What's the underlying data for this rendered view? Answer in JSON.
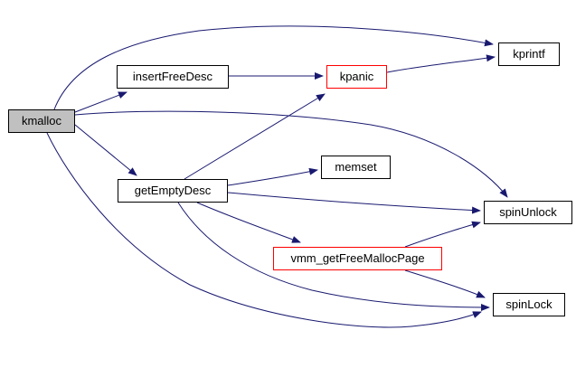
{
  "diagram": {
    "kind": "call-graph",
    "background_color": "#ffffff",
    "edge_color": "#191970",
    "highlight_fill": "#c0c0c0",
    "alert_border_color": "#ff0000",
    "nodes": [
      {
        "id": "kmalloc",
        "label": "kmalloc",
        "fill": "#c0c0c0",
        "border": "#000000",
        "highlighted": true
      },
      {
        "id": "insertFreeDesc",
        "label": "insertFreeDesc",
        "fill": "#ffffff",
        "border": "#000000",
        "highlighted": false
      },
      {
        "id": "kpanic",
        "label": "kpanic",
        "fill": "#ffffff",
        "border": "#ff0000",
        "highlighted": false
      },
      {
        "id": "kprintf",
        "label": "kprintf",
        "fill": "#ffffff",
        "border": "#000000",
        "highlighted": false
      },
      {
        "id": "getEmptyDesc",
        "label": "getEmptyDesc",
        "fill": "#ffffff",
        "border": "#000000",
        "highlighted": false
      },
      {
        "id": "memset",
        "label": "memset",
        "fill": "#ffffff",
        "border": "#000000",
        "highlighted": false
      },
      {
        "id": "spinUnlock",
        "label": "spinUnlock",
        "fill": "#ffffff",
        "border": "#000000",
        "highlighted": false
      },
      {
        "id": "vmm_getFreeMallocPage",
        "label": "vmm_getFreeMallocPage",
        "fill": "#ffffff",
        "border": "#ff0000",
        "highlighted": false
      },
      {
        "id": "spinLock",
        "label": "spinLock",
        "fill": "#ffffff",
        "border": "#000000",
        "highlighted": false
      }
    ],
    "edges": [
      {
        "from": "kmalloc",
        "to": "kprintf"
      },
      {
        "from": "kmalloc",
        "to": "insertFreeDesc"
      },
      {
        "from": "kmalloc",
        "to": "getEmptyDesc"
      },
      {
        "from": "kmalloc",
        "to": "spinUnlock"
      },
      {
        "from": "kmalloc",
        "to": "spinLock"
      },
      {
        "from": "insertFreeDesc",
        "to": "kpanic"
      },
      {
        "from": "kpanic",
        "to": "kprintf"
      },
      {
        "from": "getEmptyDesc",
        "to": "kpanic"
      },
      {
        "from": "getEmptyDesc",
        "to": "memset"
      },
      {
        "from": "getEmptyDesc",
        "to": "vmm_getFreeMallocPage"
      },
      {
        "from": "getEmptyDesc",
        "to": "spinUnlock"
      },
      {
        "from": "getEmptyDesc",
        "to": "spinLock"
      },
      {
        "from": "vmm_getFreeMallocPage",
        "to": "spinUnlock"
      },
      {
        "from": "vmm_getFreeMallocPage",
        "to": "spinLock"
      }
    ]
  }
}
